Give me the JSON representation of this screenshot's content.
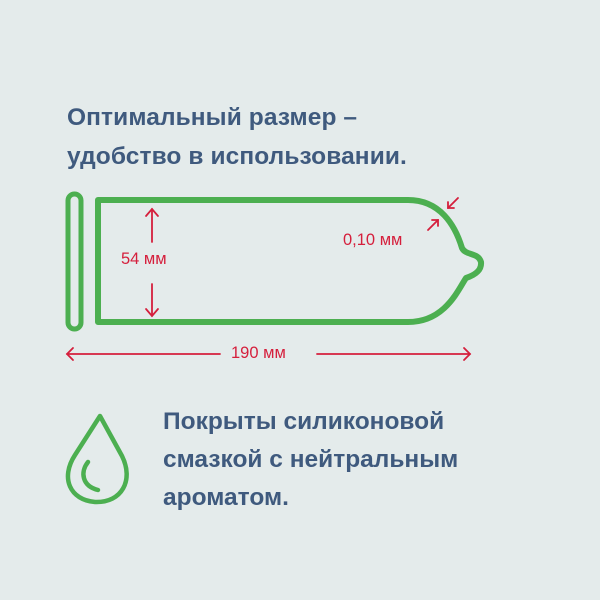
{
  "title": {
    "line1": "Оптимальный размер –",
    "line2": "удобство в использовании."
  },
  "diagram": {
    "height_label": "54 мм",
    "thickness_label": "0,10 мм",
    "length_label": "190 мм",
    "outline_color": "#4caf50",
    "annotation_color": "#d51f3c"
  },
  "feature": {
    "icon": "water-drop-icon",
    "line1": "Покрыты силиконовой",
    "line2": "смазкой с нейтральным",
    "line3": "ароматом."
  },
  "colors": {
    "background": "#e4ebeb",
    "text": "#3f5a7e"
  }
}
